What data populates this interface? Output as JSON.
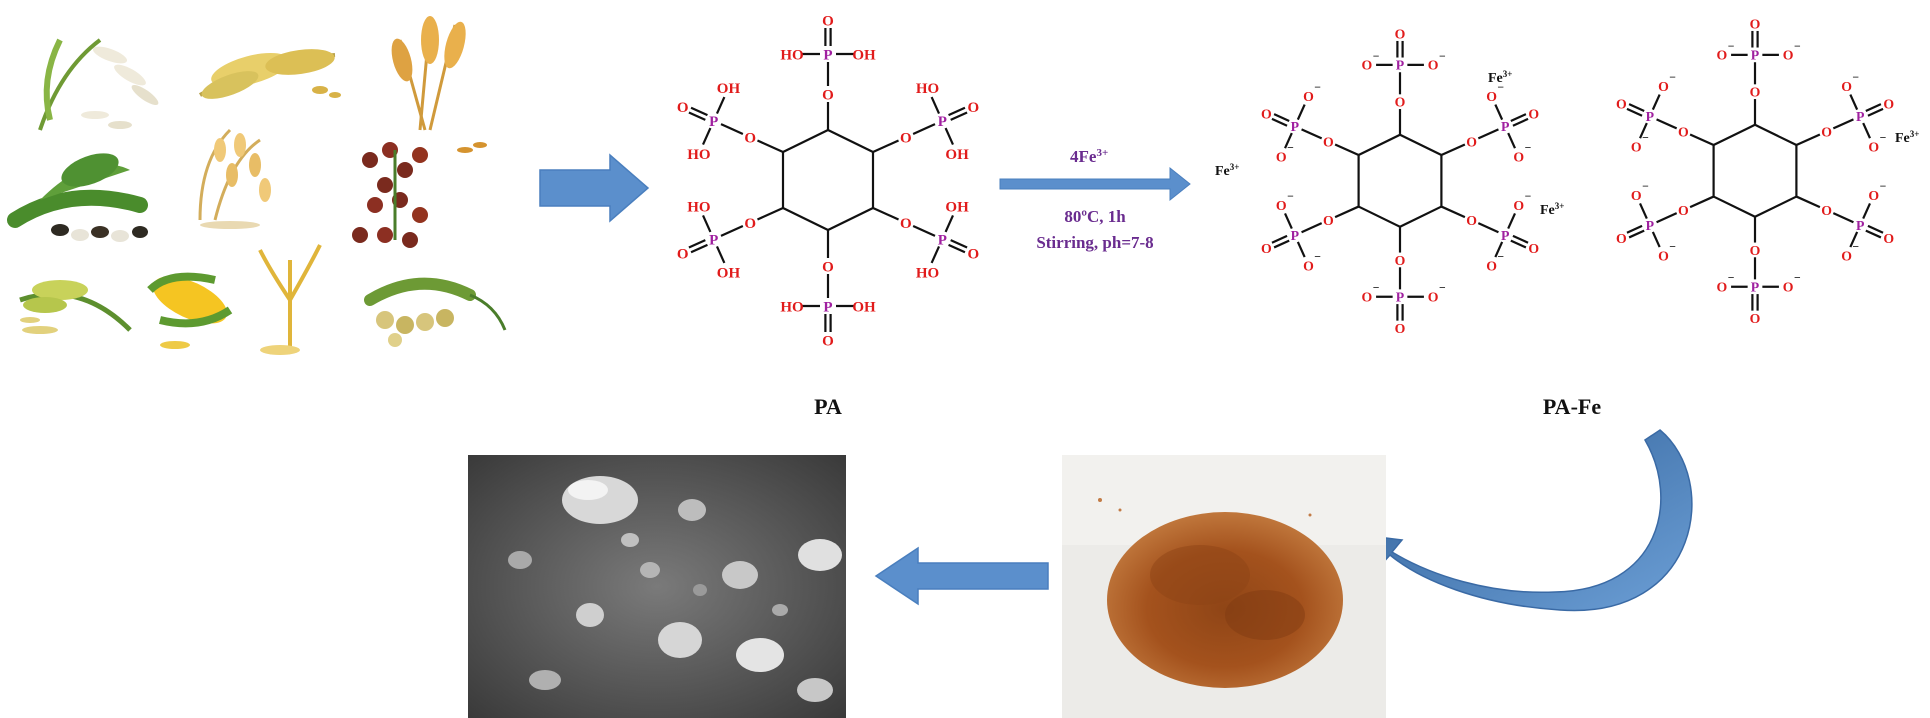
{
  "labels": {
    "reactant": "PA",
    "product": "PA-Fe"
  },
  "conditions": {
    "reagent_main": "4Fe",
    "reagent_sup": "3+",
    "line1": "80ºC, 1h",
    "line2": "Stirring, ph=7-8"
  },
  "counterions": {
    "base": "Fe",
    "charge": "3+"
  },
  "atoms": {
    "oxygen": "O",
    "phosphorus": "P",
    "hydroxyl": "OH",
    "hydroxyl_left": "HO",
    "minus": "−"
  },
  "colors": {
    "arrow_blue": "#5b8fcc",
    "oxygen_red": "#e11b1b",
    "phosphorus_purple": "#a020a0",
    "condition_purple": "#6a2c8f",
    "powder_brown": "#a4521d"
  }
}
